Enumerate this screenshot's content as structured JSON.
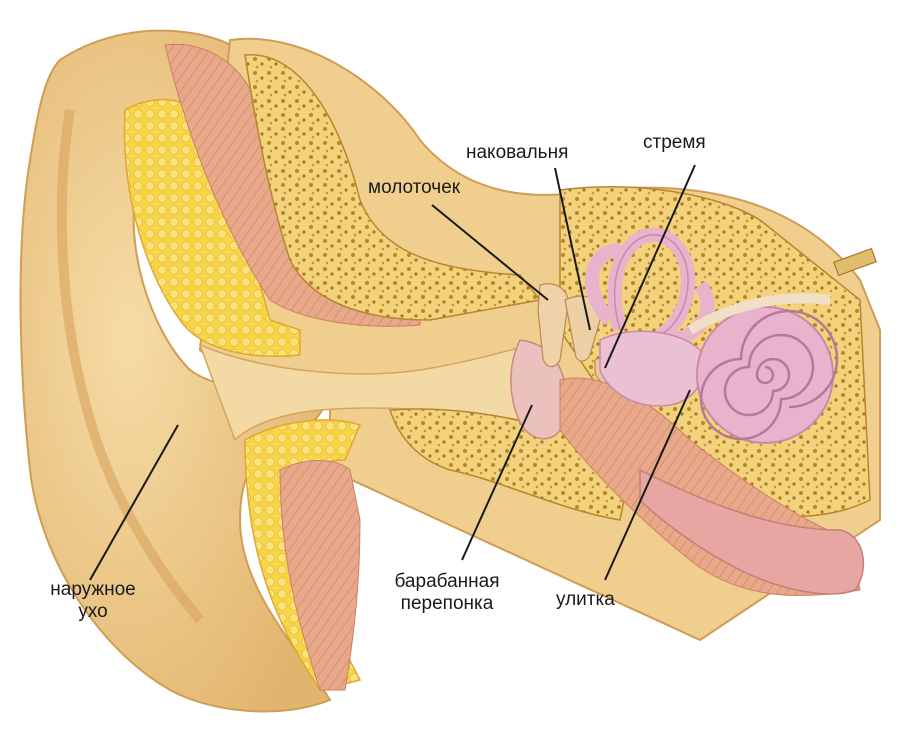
{
  "labels": {
    "incus": "наковальня",
    "stapes": "стремя",
    "malleus": "молоточек",
    "outer_ear_line1": "наружное",
    "outer_ear_line2": "ухо",
    "eardrum_line1": "барабанная",
    "eardrum_line2": "перепонка",
    "cochlea": "улитка"
  },
  "colors": {
    "skin": "#f0cf8e",
    "skin_shadow": "#e2b56e",
    "bone": "#f2d27a",
    "bone_dots": "#b8862f",
    "fat": "#f7d64a",
    "muscle": "#e39a7d",
    "cochlea": "#e8b3cc",
    "leader": "#1a1a1a"
  }
}
